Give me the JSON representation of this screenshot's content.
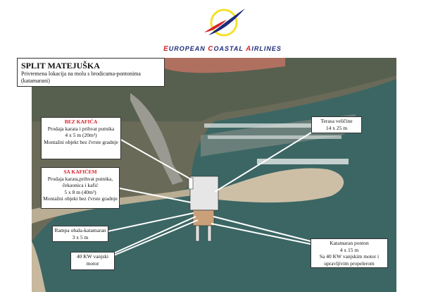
{
  "brand": {
    "name": "European Coastal Airlines",
    "parts": [
      [
        "E",
        "UROPEAN "
      ],
      [
        "C",
        "OASTAL "
      ],
      [
        "A",
        "IRLINES"
      ]
    ]
  },
  "title": {
    "heading": "SPLIT MATEJUŠKA",
    "subtitle": "Privremena lokacija na molu s brodicama-pontonima (katamarani)"
  },
  "callouts": {
    "bez": {
      "heading": "BEZ KAFIĆA",
      "lines": [
        "Prodaja karata i prihvat putnika",
        "4 x 5 m (20m²)",
        "Montažni objekt bez čvrste gradnje"
      ]
    },
    "sa": {
      "heading": "SA KAFIĆEM",
      "lines": [
        "Prodaja karata,prihvat putnika, čekaonica i kafić",
        "5 x 8 m (40m²)",
        "Montažni objekt bez čvrste gradnje"
      ]
    },
    "rampa": {
      "text": "Rampa obala-katamaran 3 x 5 m"
    },
    "motor": {
      "text": "40 KW vanjski motor"
    },
    "terasa": {
      "lines": [
        "Terasa veličine",
        "14 x 25 m"
      ]
    },
    "ponton": {
      "lines": [
        "Katamaran ponton",
        "4 x 15 m",
        "Sa 40 KW vanjskim motor i upravljivim propelerom"
      ]
    }
  }
}
